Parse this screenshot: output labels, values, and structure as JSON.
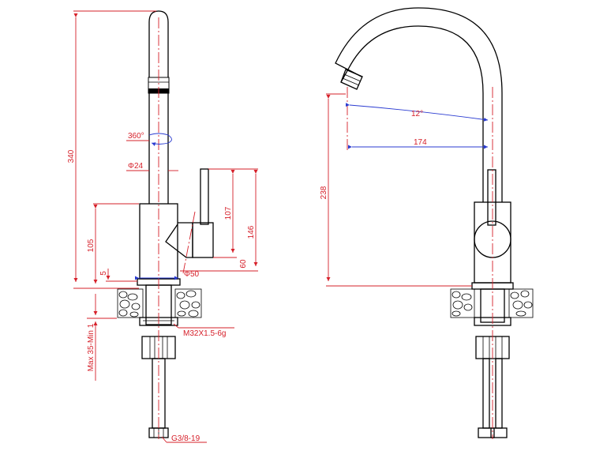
{
  "side_view": {
    "height_total": "340",
    "rotation": "360°",
    "spout_diameter": "Φ24",
    "body_height": "105",
    "lever_height": "107",
    "handle_total": "146",
    "handle_lower": "60",
    "base_gap": "5",
    "base_diameter": "Φ50",
    "thread": "M32X1.5-6g",
    "deck_thickness": "Max 35-Min 1",
    "hose_thread": "G3/8-19"
  },
  "front_view": {
    "spout_angle": "12°",
    "reach": "174",
    "outlet_height": "238"
  },
  "colors": {
    "dimension_red": "#d6202a",
    "dimension_blue": "#2a3bd1",
    "outline": "#000000"
  }
}
